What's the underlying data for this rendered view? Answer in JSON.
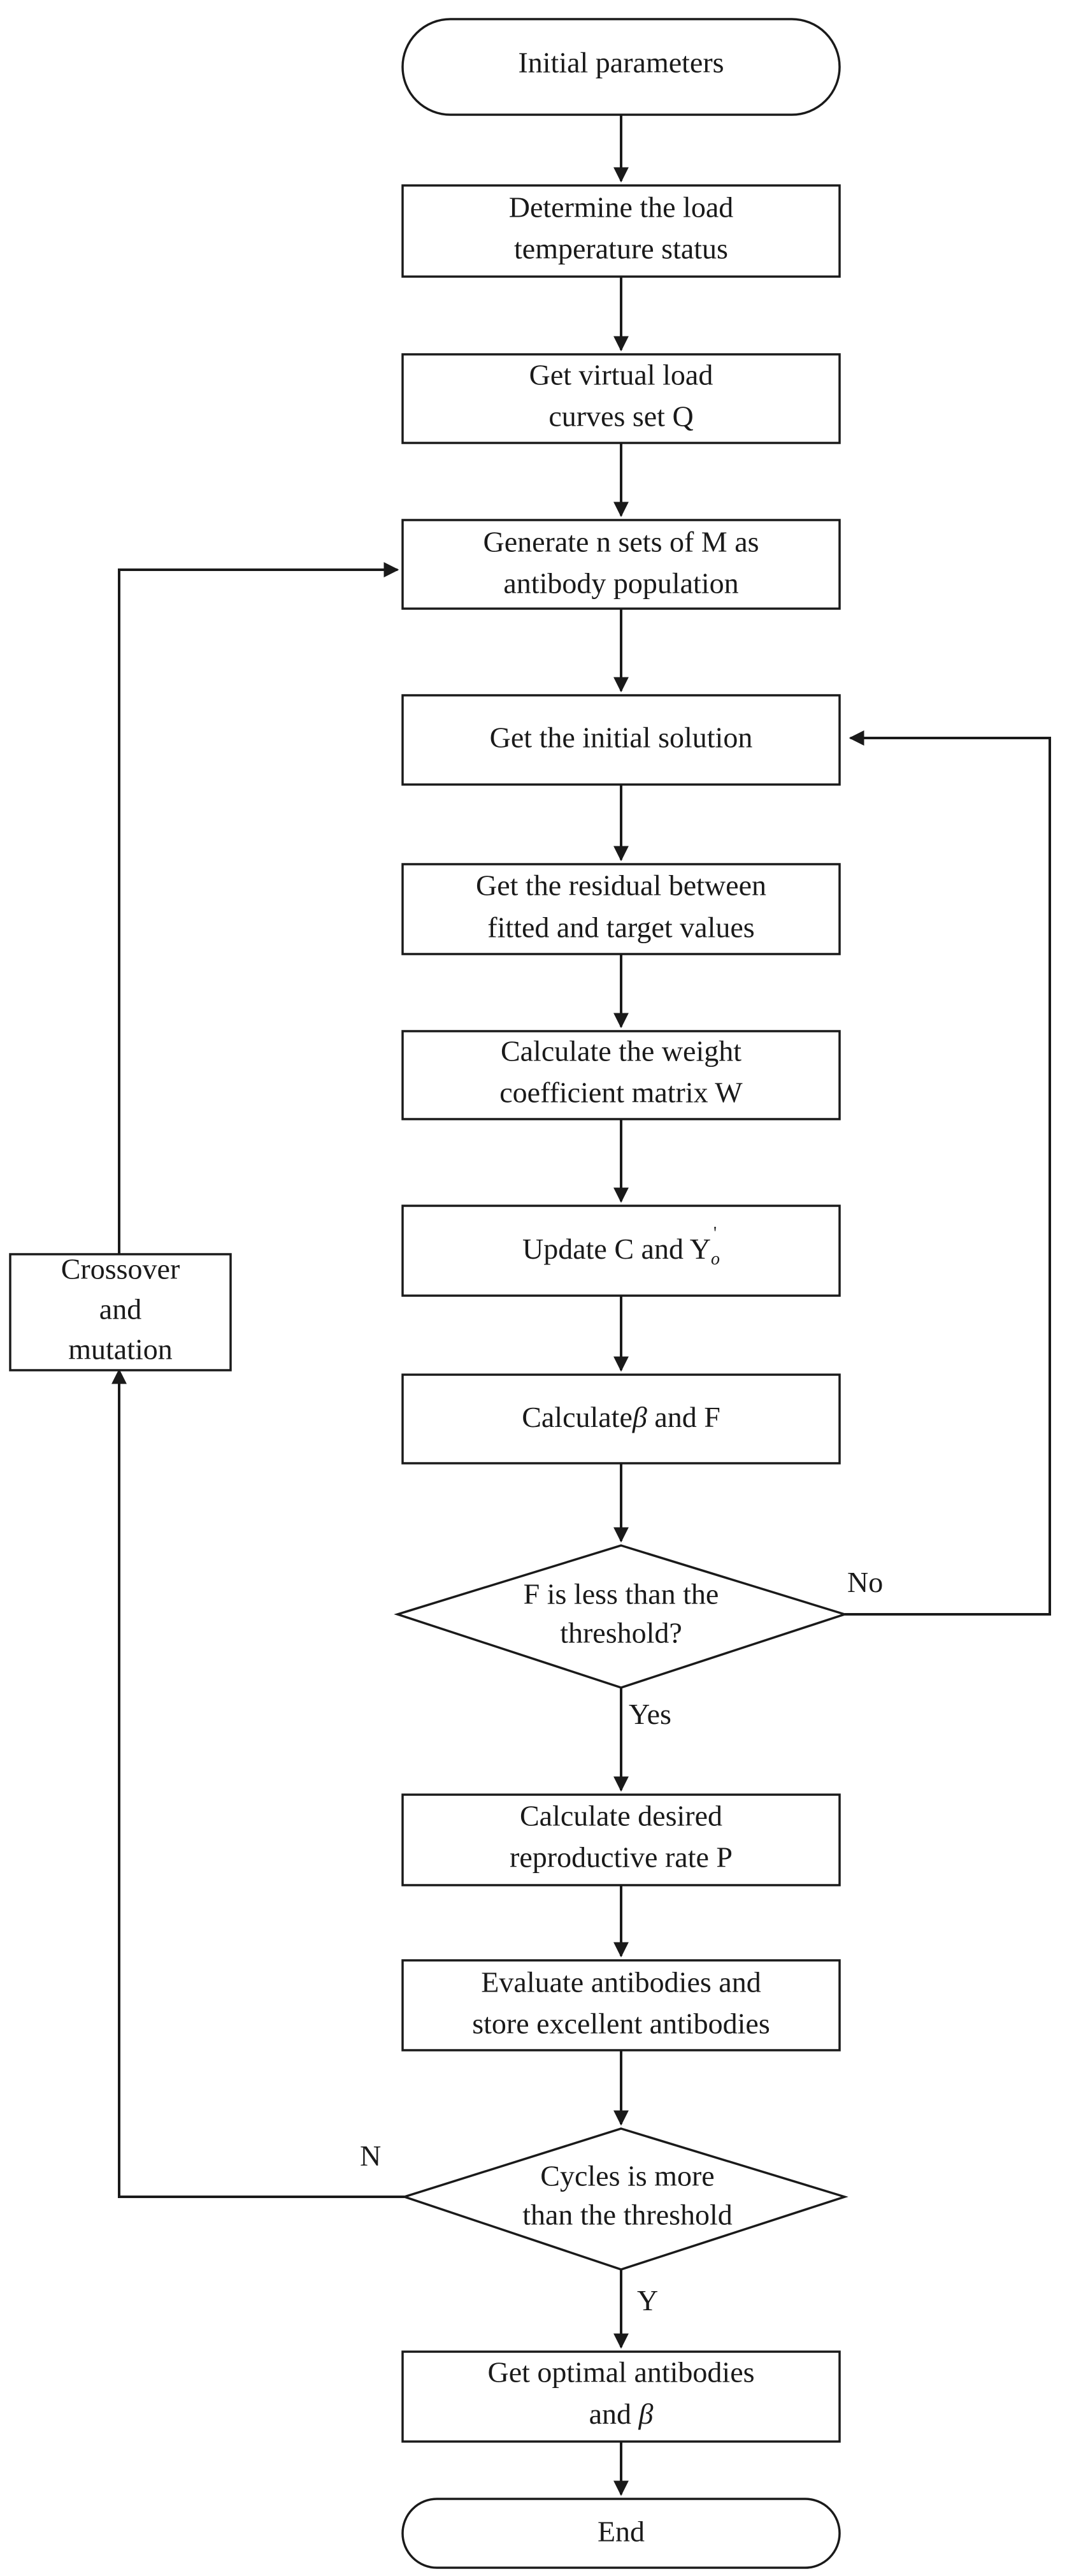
{
  "nodes": {
    "start": {
      "shape": "terminal",
      "lines": [
        "Initial parameters"
      ]
    },
    "load_temp": {
      "shape": "process",
      "lines": [
        "Determine the load",
        "temperature status"
      ]
    },
    "virtual_curves": {
      "shape": "process",
      "lines": [
        "Get virtual load",
        "curves set Q"
      ]
    },
    "generate_pop": {
      "shape": "process",
      "lines": [
        "Generate n sets of M as",
        "antibody population"
      ]
    },
    "initial_solution": {
      "shape": "process",
      "lines": [
        "Get the initial solution"
      ]
    },
    "residual": {
      "shape": "process",
      "lines": [
        "Get  the residual between",
        "fitted and target values"
      ]
    },
    "weight_matrix": {
      "shape": "process",
      "lines": [
        "Calculate the weight",
        "coefficient matrix W"
      ]
    },
    "update_cy": {
      "shape": "process",
      "lines": [
        "Update C and Y",
        "o",
        "'"
      ]
    },
    "calc_beta_f": {
      "shape": "process",
      "lines": [
        "Calculate",
        "β",
        " and F"
      ]
    },
    "f_threshold": {
      "shape": "decision",
      "lines": [
        "F is less than the",
        "threshold?"
      ]
    },
    "reproductive_rate": {
      "shape": "process",
      "lines": [
        "Calculate desired",
        "reproductive rate P"
      ]
    },
    "evaluate": {
      "shape": "process",
      "lines": [
        "Evaluate antibodies and",
        "store excellent antibodies"
      ]
    },
    "cycles_threshold": {
      "shape": "decision",
      "lines": [
        "Cycles is more",
        "than the threshold"
      ]
    },
    "optimal": {
      "shape": "process",
      "lines": [
        "Get optimal antibodies",
        "and ",
        "β"
      ]
    },
    "end": {
      "shape": "terminal",
      "lines": [
        "End"
      ]
    },
    "crossover": {
      "shape": "process",
      "lines": [
        "Crossover",
        "and",
        "mutation"
      ]
    }
  },
  "edge_labels": {
    "no": "No",
    "yes": "Yes",
    "n": "N",
    "y": "Y"
  }
}
